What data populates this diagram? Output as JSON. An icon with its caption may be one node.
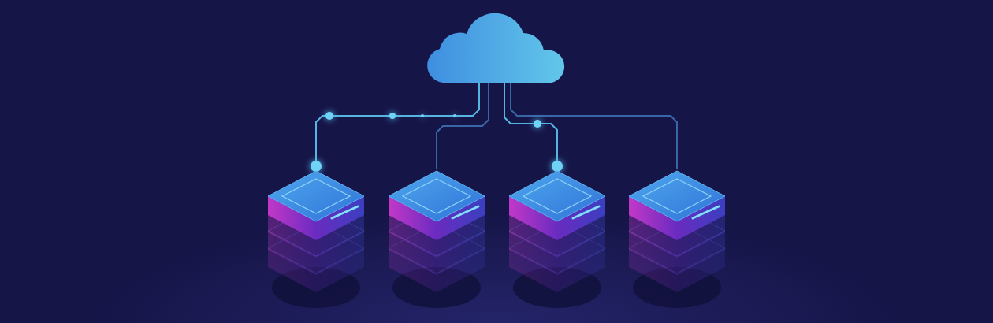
{
  "diagram": {
    "nodes": [
      {
        "text": [],
        "shape": "cloud"
      },
      {
        "text": [],
        "shape": "server"
      },
      {
        "text": [],
        "shape": "server"
      },
      {
        "text": [],
        "shape": "server"
      },
      {
        "text": [],
        "shape": "server"
      }
    ],
    "edges": [
      {
        "from": 1,
        "to": 0,
        "arrow": "none"
      },
      {
        "from": 2,
        "to": 0,
        "arrow": "none",
        "color": "#3d6fb0"
      },
      {
        "from": 3,
        "to": 0,
        "arrow": "none"
      },
      {
        "from": 4,
        "to": 0,
        "arrow": "none",
        "color": "#3d6fb0"
      }
    ]
  }
}
